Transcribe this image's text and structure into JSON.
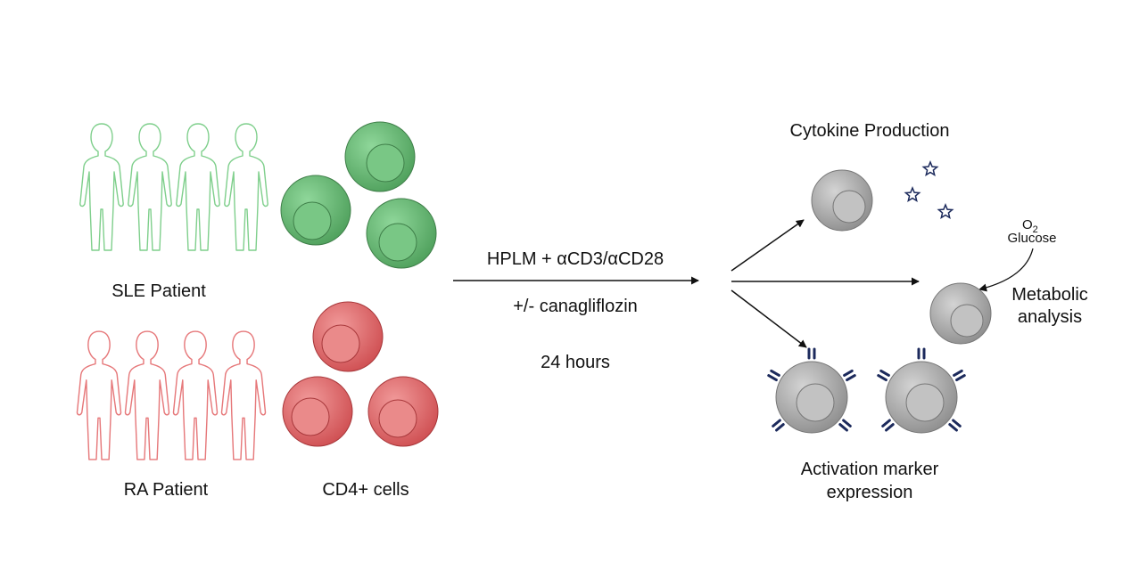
{
  "groups": {
    "sle_label": "SLE Patient",
    "ra_label": "RA Patient",
    "cells_label": "CD4+ cells"
  },
  "treatment": {
    "line1": "HPLM + αCD3/αCD28",
    "line2": "+/- canagliflozin",
    "line3": "24 hours"
  },
  "outcomes": {
    "cytokine": "Cytokine Production",
    "metabolic_line1": "Metabolic",
    "metabolic_line2": "analysis",
    "oxygen_base": "O",
    "oxygen_sub": "2",
    "glucose": "Glucose",
    "activation_line1": "Activation marker",
    "activation_line2": "expression"
  },
  "colors": {
    "sle_green": "#7fcf8c",
    "ra_red": "#e6787a",
    "cell_green": "#6cbf78",
    "cell_red": "#e46f6f",
    "cell_gray": "#b5b5b5",
    "marker_navy": "#1c2a5c"
  }
}
